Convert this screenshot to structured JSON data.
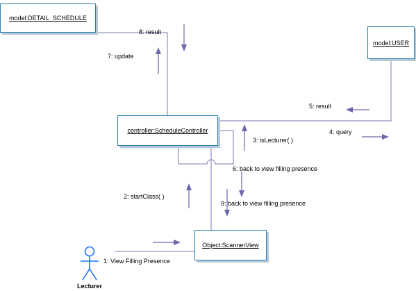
{
  "objects": {
    "detail_schedule": "model:DETAIL_SCHEDULE",
    "user": "model:USER",
    "schedule_controller": "controller:ScheduleController",
    "scanner_view": "Object:ScannerView"
  },
  "actor": {
    "label": "Lecturer"
  },
  "messages": {
    "m1": "1: View Filling Presence",
    "m2": "2: startClass( )",
    "m3": "3: isLecturer( )",
    "m4": "4: query",
    "m5": "5: result",
    "m6": "6: back to view filling presence",
    "m7": "7: update",
    "m8": "8: result",
    "m9": "9: back to view filling presence"
  },
  "colors": {
    "box_border": "#2a7fb0",
    "link": "#7b78b5",
    "actor": "#1e73ff"
  }
}
